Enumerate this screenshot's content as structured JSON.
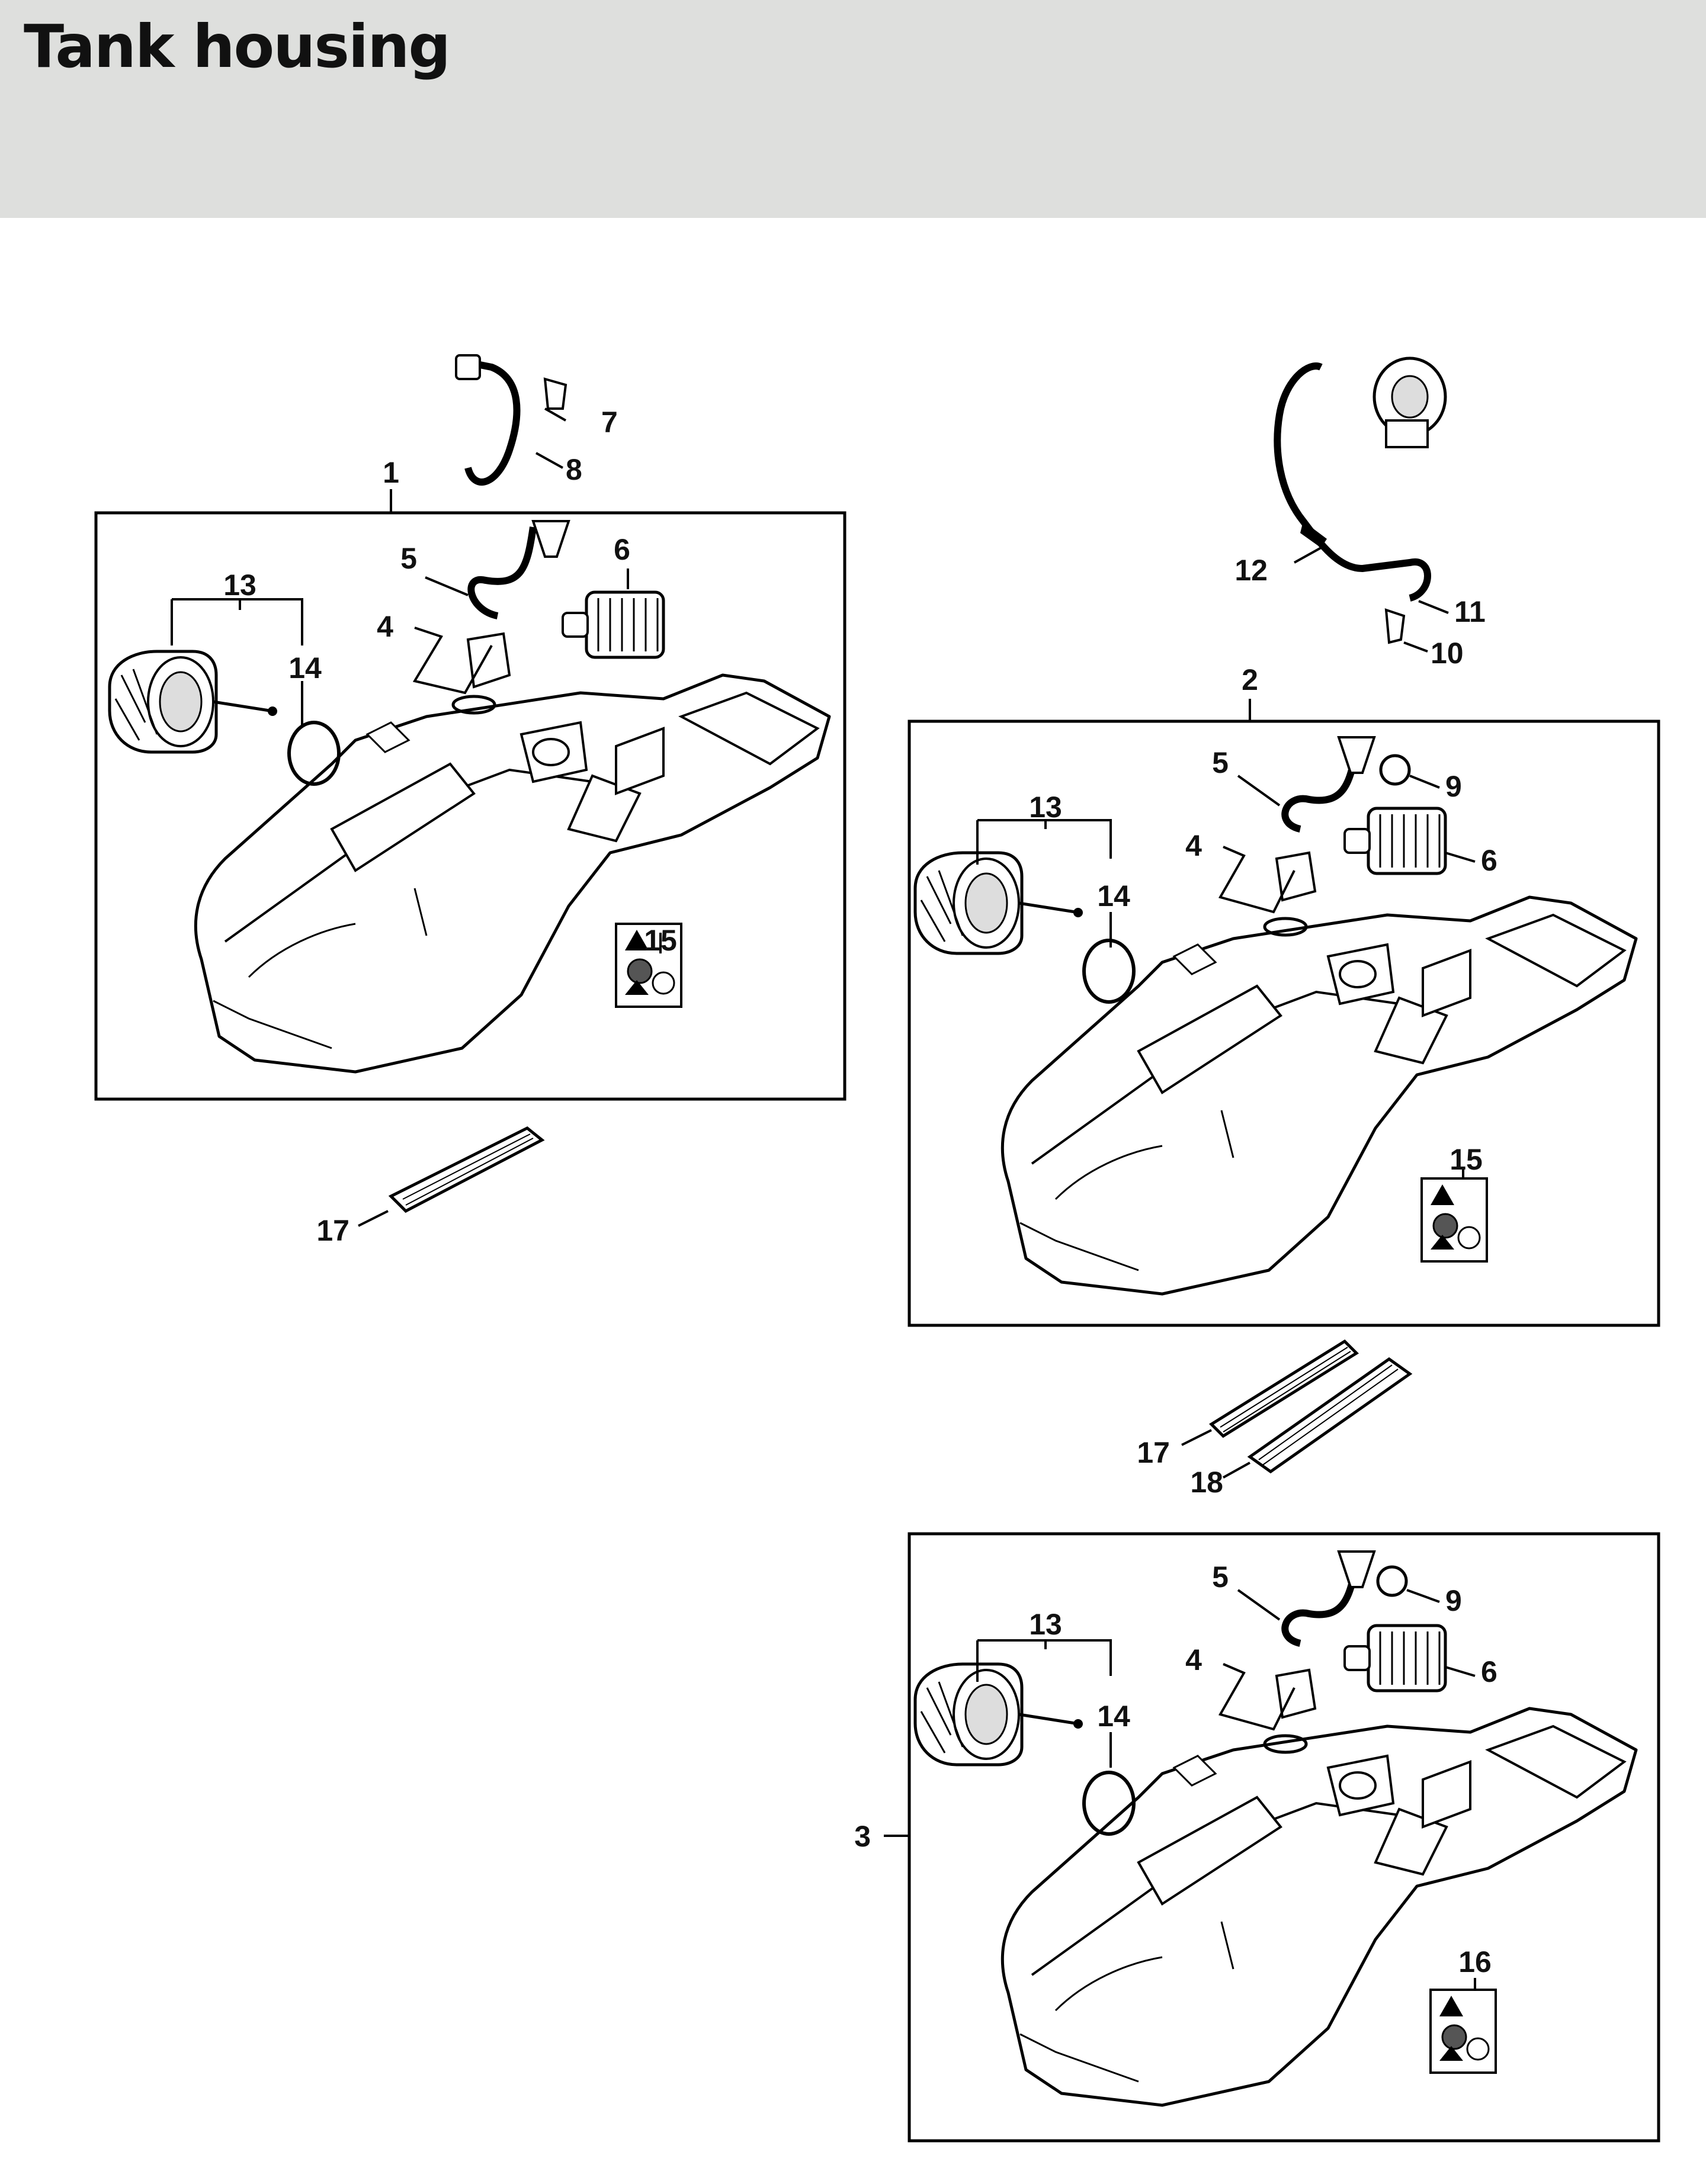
{
  "header": {
    "title": "Tank housing"
  },
  "callouts": {
    "p1": "1",
    "p2": "2",
    "p3": "3",
    "p4": "4",
    "p5": "5",
    "p6": "6",
    "p7": "7",
    "p8": "8",
    "p9": "9",
    "p10": "10",
    "p11": "11",
    "p12": "12",
    "p13": "13",
    "p14": "14",
    "p15": "15",
    "p16": "16",
    "p17": "17",
    "p18": "18"
  }
}
